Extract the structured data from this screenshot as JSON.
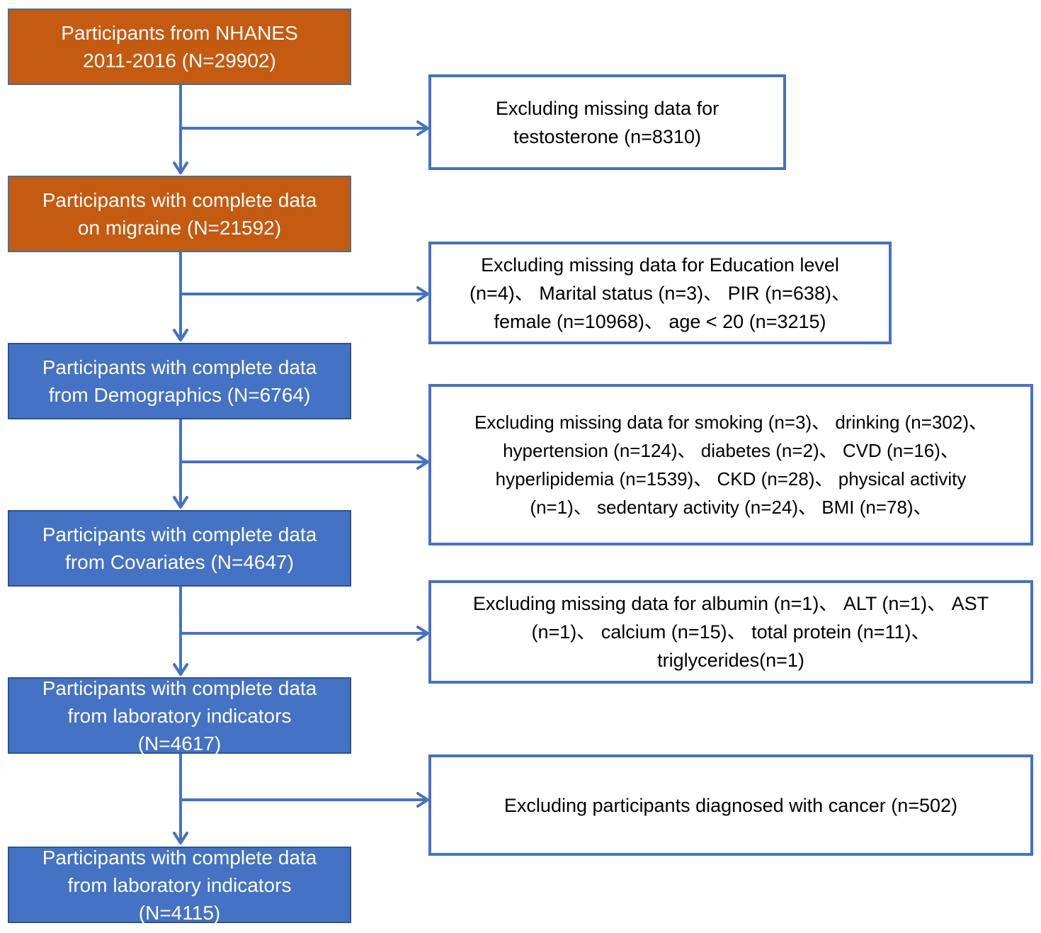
{
  "colors": {
    "orange_box": "#c55a11",
    "blue_box": "#4472c4",
    "arrow": "#4472c4",
    "exclusion_border": "#4472c4"
  },
  "main_boxes": [
    {
      "lines": [
        "Participants from NHANES",
        "2011-2016 (N=29902)"
      ],
      "fill": "orange"
    },
    {
      "lines": [
        "Participants with complete data",
        "on migraine (N=21592)"
      ],
      "fill": "orange"
    },
    {
      "lines": [
        "Participants with complete data",
        "from Demographics (N=6764)"
      ],
      "fill": "blue"
    },
    {
      "lines": [
        "Participants with complete data",
        "from Covariates (N=4647)"
      ],
      "fill": "blue"
    },
    {
      "lines": [
        "Participants with complete data",
        "from laboratory indicators",
        "(N=4617)"
      ],
      "fill": "blue"
    },
    {
      "lines": [
        "Participants with complete data",
        "from laboratory indicators",
        "(N=4115)"
      ],
      "fill": "blue"
    }
  ],
  "exclusion_boxes": [
    {
      "lines": [
        "Excluding missing data for",
        "testosterone (n=8310)"
      ]
    },
    {
      "lines": [
        "Excluding missing data for Education level",
        "(n=4)、 Marital status (n=3)、 PIR (n=638)、",
        "female (n=10968)、 age < 20 (n=3215)"
      ]
    },
    {
      "lines": [
        "Excluding missing data for smoking (n=3)、 drinking (n=302)、",
        "hypertension (n=124)、 diabetes (n=2)、 CVD (n=16)、",
        "hyperlipidemia (n=1539)、 CKD (n=28)、 physical activity",
        "(n=1)、 sedentary activity (n=24)、 BMI (n=78)、"
      ]
    },
    {
      "lines": [
        "Excluding missing data for albumin (n=1)、 ALT (n=1)、 AST",
        "(n=1)、 calcium (n=15)、 total protein (n=11)、",
        "triglycerides(n=1)"
      ]
    },
    {
      "lines": [
        "Excluding participants diagnosed with cancer (n=502)"
      ]
    }
  ]
}
